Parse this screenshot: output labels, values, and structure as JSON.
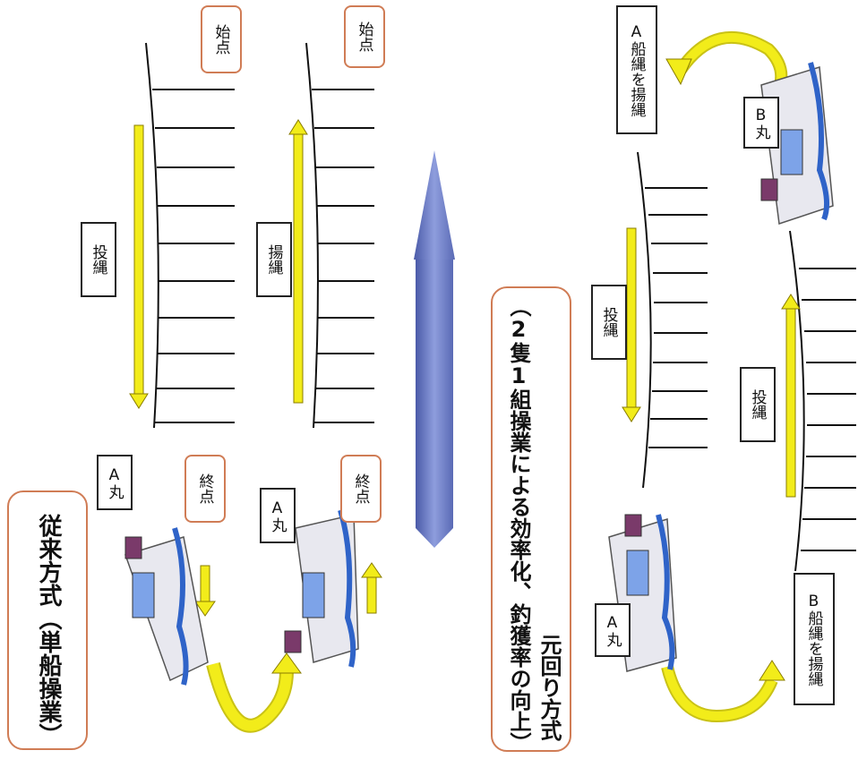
{
  "section_top": {
    "title": "従来方式（単船操業）",
    "ship_a": "A丸",
    "ship_a2": "A丸",
    "start": "始点",
    "end": "終点",
    "start2": "始点",
    "end2": "終点",
    "cast": "投縄",
    "haul": "揚縄"
  },
  "section_bottom": {
    "title_line1": "元回り方式",
    "title_line2": "（2隻1組操業による効率化、釣獲率の向上）",
    "ship_a": "A丸",
    "ship_b": "B丸",
    "a_haul_note": "A船縄を揚縄",
    "b_haul_note": "B船縄を揚縄",
    "cast_1": "投縄",
    "cast_2": "投縄"
  },
  "colors": {
    "arrow_yellow": "#f2ec1a",
    "box_orange": "#d07c55",
    "big_arrow": "#6f7fc4"
  }
}
